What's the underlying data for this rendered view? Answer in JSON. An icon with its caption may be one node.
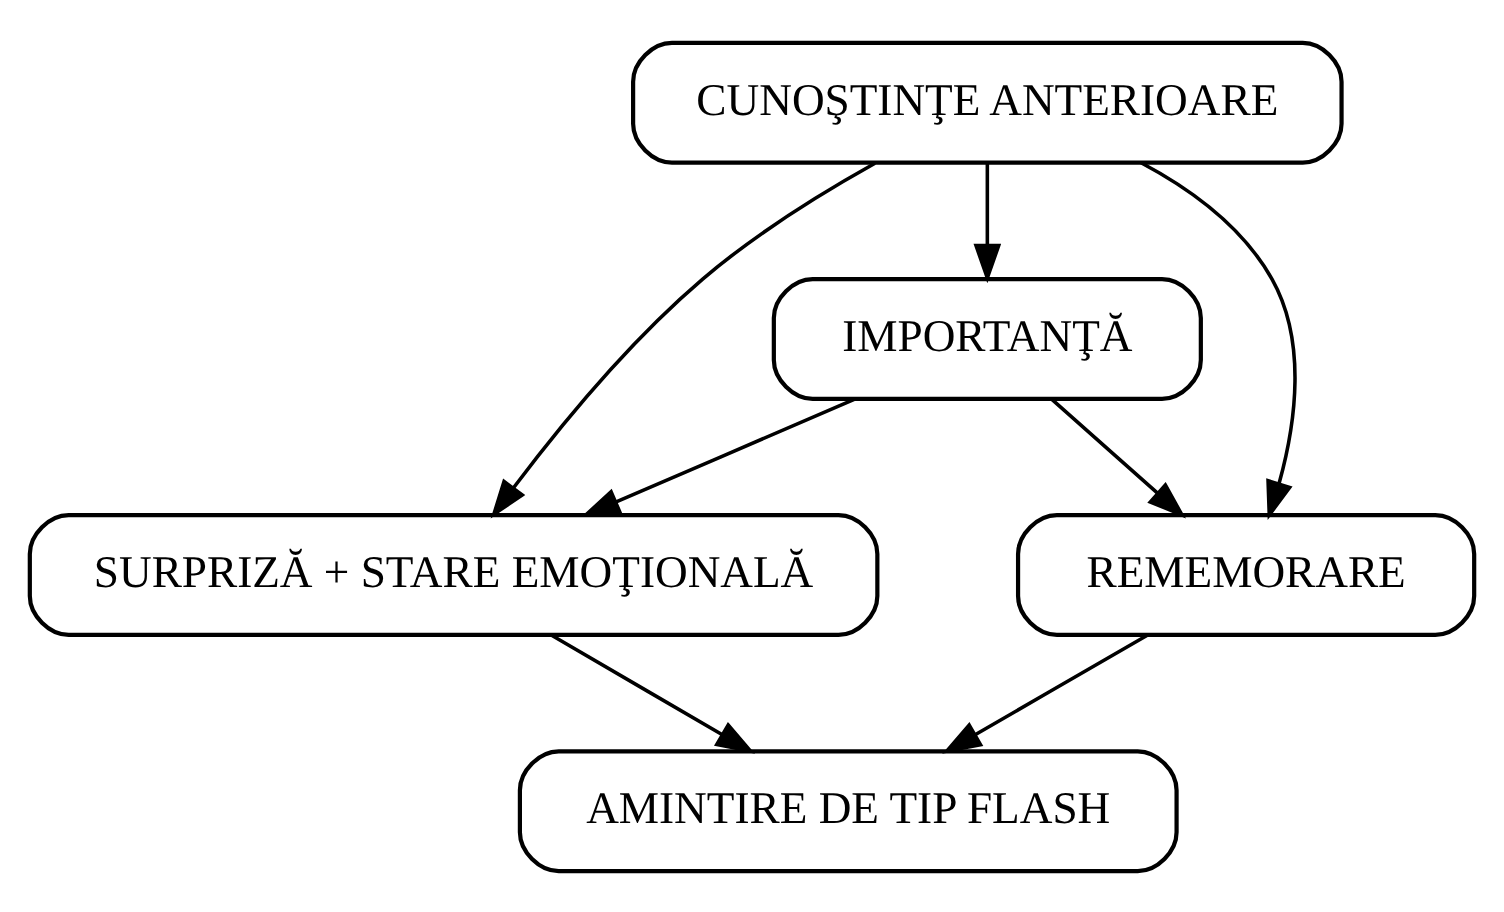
{
  "diagram": {
    "nodes": [
      {
        "text": [
          "CUNOŞTINŢE ANTERIOARE"
        ]
      },
      {
        "text": [
          "IMPORTANŢĂ"
        ]
      },
      {
        "text": [
          "SURPRIZĂ + STARE EMOŢIONALĂ"
        ]
      },
      {
        "text": [
          "REMEMORARE"
        ]
      },
      {
        "text": [
          "AMINTIRE DE TIP FLASH"
        ]
      }
    ],
    "edges": [
      {
        "from": 0,
        "to": 1,
        "arrow": "to"
      },
      {
        "from": 0,
        "to": 2,
        "arrow": "to"
      },
      {
        "from": 0,
        "to": 3,
        "arrow": "to"
      },
      {
        "from": 1,
        "to": 2,
        "arrow": "to"
      },
      {
        "from": 1,
        "to": 3,
        "arrow": "to"
      },
      {
        "from": 2,
        "to": 4,
        "arrow": "to"
      },
      {
        "from": 3,
        "to": 4,
        "arrow": "to"
      }
    ]
  }
}
